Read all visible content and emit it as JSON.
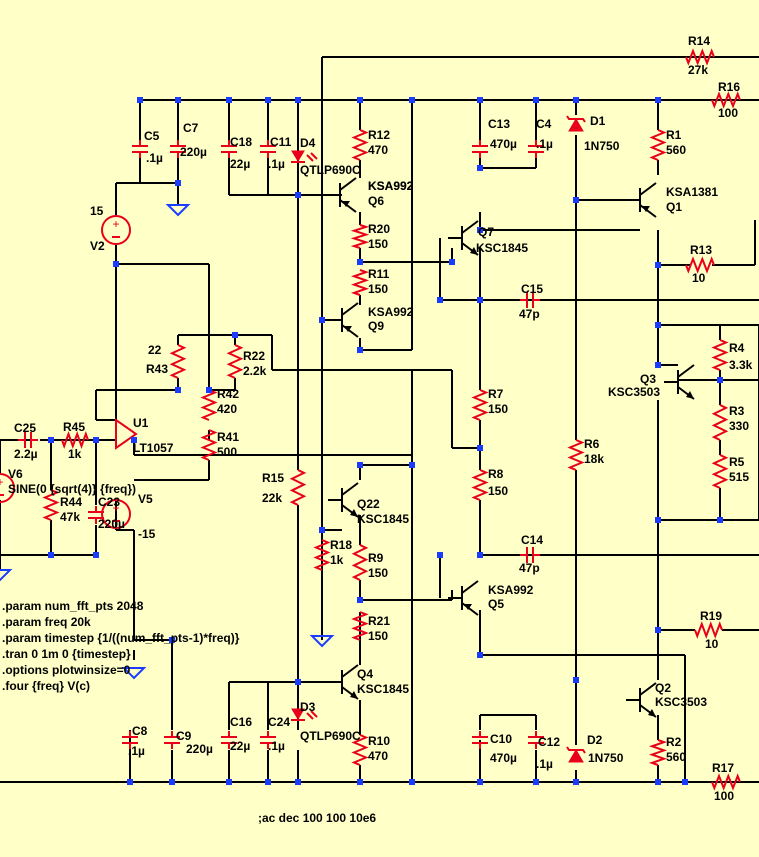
{
  "colors": {
    "background": "#ffffc8",
    "wire": "#000000",
    "component": "#e8001c",
    "ground": "#1a3cff",
    "junction": "#1a3cff"
  },
  "components": {
    "R14": {
      "name": "R14",
      "value": "27k"
    },
    "R16": {
      "name": "R16",
      "value": "100"
    },
    "R1": {
      "name": "R1",
      "value": "560"
    },
    "R13": {
      "name": "R13",
      "value": "10"
    },
    "R4": {
      "name": "R4",
      "value": "3.3k"
    },
    "R3": {
      "name": "R3",
      "value": "330"
    },
    "R5": {
      "name": "R5",
      "value": "515"
    },
    "R6": {
      "name": "R6",
      "value": "18k"
    },
    "R19": {
      "name": "R19",
      "value": "10"
    },
    "R2": {
      "name": "R2",
      "value": "560"
    },
    "R17": {
      "name": "R17",
      "value": "100"
    },
    "R12": {
      "name": "R12",
      "value": "470"
    },
    "R20": {
      "name": "R20",
      "value": "150"
    },
    "R11": {
      "name": "R11",
      "value": "150"
    },
    "R7": {
      "name": "R7",
      "value": "150"
    },
    "R8": {
      "name": "R8",
      "value": "150"
    },
    "R9": {
      "name": "R9",
      "value": "150"
    },
    "R21": {
      "name": "R21",
      "value": "150"
    },
    "R10": {
      "name": "R10",
      "value": "470"
    },
    "R15": {
      "name": "R15",
      "value": "22k"
    },
    "R18": {
      "name": "R18",
      "value": "1k"
    },
    "R43": {
      "name": "R43",
      "value": "22"
    },
    "R22": {
      "name": "R22",
      "value": "2.2k"
    },
    "R42": {
      "name": "R42",
      "value": "420"
    },
    "R41": {
      "name": "R41",
      "value": "500"
    },
    "R45": {
      "name": "R45",
      "value": "1k"
    },
    "R44": {
      "name": "R44",
      "value": "47k"
    },
    "C5": {
      "name": "C5",
      "value": ".1µ"
    },
    "C7": {
      "name": "C7",
      "value": "220µ"
    },
    "C18": {
      "name": "C18",
      "value": "22µ"
    },
    "C11": {
      "name": "C11",
      "value": ".1µ"
    },
    "C13": {
      "name": "C13",
      "value": "470µ"
    },
    "C4": {
      "name": "C4",
      "value": ".1µ"
    },
    "C15": {
      "name": "C15",
      "value": "47p"
    },
    "C14": {
      "name": "C14",
      "value": "47p"
    },
    "C25": {
      "name": "C25",
      "value": "2.2µ"
    },
    "C23": {
      "name": "C23",
      "value": "220µ"
    },
    "C8": {
      "name": "C8",
      "value": ".1µ"
    },
    "C9": {
      "name": "C9",
      "value": "220µ"
    },
    "C16": {
      "name": "C16",
      "value": "22µ"
    },
    "C24": {
      "name": "C24",
      "value": ".1µ"
    },
    "C10": {
      "name": "C10",
      "value": "470µ"
    },
    "C12": {
      "name": "C12",
      "value": ".1µ"
    },
    "D1": {
      "name": "D1",
      "value": "1N750"
    },
    "D2": {
      "name": "D2",
      "value": "1N750"
    },
    "D3": {
      "name": "D3",
      "value": "QTLP690C"
    },
    "D4": {
      "name": "D4",
      "value": "QTLP690C"
    },
    "Q1": {
      "name": "Q1",
      "value": "KSA1381"
    },
    "Q2": {
      "name": "Q2",
      "value": "KSC3503"
    },
    "Q3": {
      "name": "Q3",
      "value": "KSC3503"
    },
    "Q4": {
      "name": "Q4",
      "value": "KSC1845"
    },
    "Q5": {
      "name": "Q5",
      "value": "KSA992"
    },
    "Q6": {
      "name": "Q6",
      "value": "KSA992"
    },
    "Q7": {
      "name": "Q7",
      "value": "KSC1845"
    },
    "Q9": {
      "name": "Q9",
      "value": "KSA992"
    },
    "Q22": {
      "name": "Q22",
      "value": "KSC1845"
    },
    "U1": {
      "name": "U1",
      "value": "LT1057"
    },
    "V2": {
      "name": "V2",
      "value": "15"
    },
    "V5": {
      "name": "V5",
      "value": "-15"
    },
    "V6": {
      "name": "V6",
      "value": "SINE(0 {sqrt(4)} {freq})"
    }
  },
  "directives": [
    ".param num_fft_pts 2048",
    ".param freq 20k",
    ".param timestep {1/((num_fft_pts-1)*freq)}",
    ".tran 0 1m 0 {timestep}",
    ".options plotwinsize=0",
    ".four {freq} V(c)"
  ],
  "comment": ";ac dec 100 100 10e6"
}
